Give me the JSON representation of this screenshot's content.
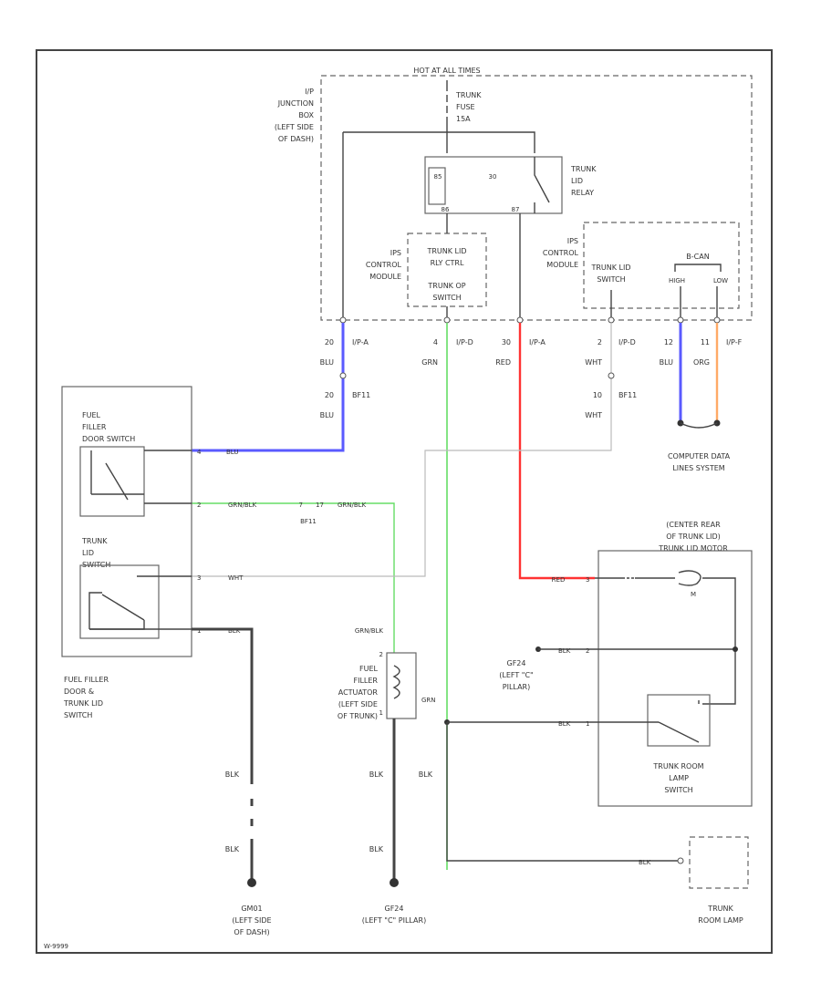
{
  "colors": {
    "blue": "#5a5aff",
    "green": "#66dd66",
    "red": "#ff3333",
    "orange": "#ffaa66",
    "wire": "#444444",
    "light": "#bbbbbb"
  },
  "top": {
    "hot": "HOT AT ALL TIMES",
    "jb1": "I/P",
    "jb2": "JUNCTION",
    "jb3": "BOX",
    "jb4": "(LEFT SIDE",
    "jb5": "OF DASH)",
    "fuse1": "TRUNK",
    "fuse2": "FUSE",
    "fuse3": "15A",
    "relay1": "TRUNK",
    "relay2": "LID",
    "relay3": "RELAY",
    "pin85": "85",
    "pin86": "86",
    "pin87": "87",
    "pin30": "30"
  },
  "ipsLeft": {
    "l1": "IPS",
    "l2": "CONTROL",
    "l3": "MODULE",
    "c1": "TRUNK LID",
    "c2": "RLY CTRL",
    "c3": "TRUNK OP",
    "c4": "SWITCH"
  },
  "ipsRight": {
    "l1": "IPS",
    "l2": "CONTROL",
    "l3": "MODULE",
    "c1": "TRUNK LID",
    "c2": "SWITCH",
    "can": "B-CAN",
    "high": "HIGH",
    "low": "LOW"
  },
  "conn": {
    "c20": "20",
    "cipa1": "I/P-A",
    "blu1": "BLU",
    "c20b": "20",
    "bf11a": "BF11",
    "blu2": "BLU",
    "c4": "4",
    "cipd1": "I/P-D",
    "grn1": "GRN",
    "c30": "30",
    "cipa2": "I/P-A",
    "red1": "RED",
    "c2": "2",
    "cipd2": "I/P-D",
    "wht1": "WHT",
    "c10": "10",
    "bf11b": "BF11",
    "wht2": "WHT",
    "c12": "12",
    "blu3": "BLU",
    "c11": "11",
    "org": "ORG",
    "cipf": "I/P-F"
  },
  "cdl": {
    "l1": "COMPUTER DATA",
    "l2": "LINES SYSTEM"
  },
  "fuelSw": {
    "t1": "FUEL",
    "t2": "FILLER",
    "t3": "DOOR SWITCH",
    "t4": "TRUNK",
    "t5": "LID",
    "t6": "SWITCH",
    "b1": "FUEL FILLER",
    "b2": "DOOR &",
    "b3": "TRUNK LID",
    "b4": "SWITCH",
    "p4": "4",
    "p2": "2",
    "p3": "3",
    "p1": "1",
    "w1": "BLU",
    "w2": "GRN/BLK",
    "w3": "WHT",
    "w4": "BLK",
    "j1": "GRN/BLK",
    "j2": "7",
    "j3": "17",
    "j4": "GRN/BLK",
    "j5": "BF11"
  },
  "actuator": {
    "w": "GRN/BLK",
    "t1": "FUEL",
    "t2": "FILLER",
    "t3": "ACTUATOR",
    "t4": "(LEFT SIDE",
    "t5": "OF TRUNK)",
    "p2": "2",
    "p1": "1",
    "grn": "GRN"
  },
  "trunkMotor": {
    "t1": "(CENTER REAR",
    "t2": "OF TRUNK LID)",
    "t3": "TRUNK LID MOTOR",
    "red": "RED",
    "p3": "3",
    "p2": "2",
    "p1": "1",
    "m": "M",
    "blk1": "BLK",
    "blk2": "BLK",
    "g1": "GF24",
    "g2": "(LEFT \"C\"",
    "g3": "PILLAR)",
    "sw1": "TRUNK ROOM",
    "sw2": "LAMP",
    "sw3": "SWITCH"
  },
  "bottom": {
    "blk1": "BLK",
    "blk2": "BLK",
    "blk3": "BLK",
    "blk4": "BLK",
    "blk5": "BLK",
    "blk6": "BLK",
    "g1a": "GM01",
    "g1b": "(LEFT SIDE",
    "g1c": "OF DASH)",
    "g2a": "GF24",
    "g2b": "(LEFT \"C\" PILLAR)",
    "lamp1": "TRUNK",
    "lamp2": "ROOM LAMP",
    "code": "W-9999"
  }
}
